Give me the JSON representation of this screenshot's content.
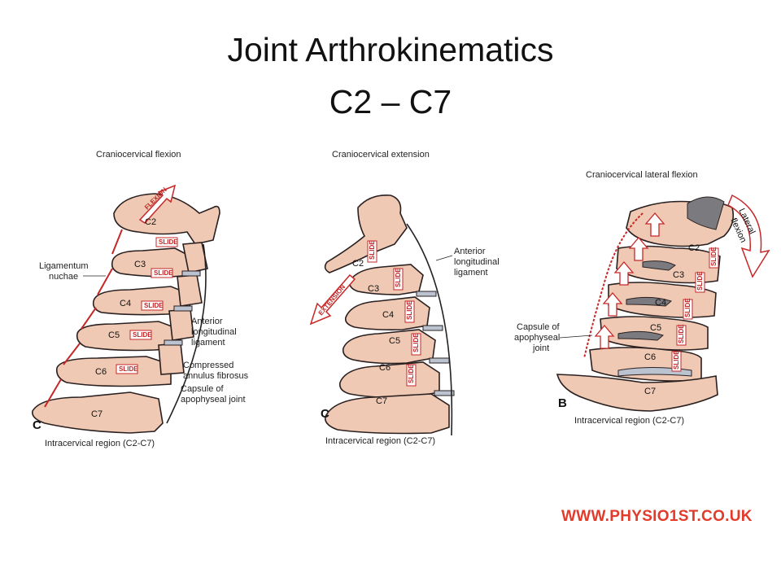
{
  "title_line1": "Joint Arthrokinematics",
  "title_line2": "C2 – C7",
  "website": "WWW.PHYSIO1ST.CO.UK",
  "panels": {
    "flexion": {
      "heading": "Craniocervical flexion",
      "footer": "Intracervical region (C2-C7)",
      "letter": "C",
      "motion": "FLEXION",
      "slide": "SLIDE",
      "labels": {
        "ligamentum": "Ligamentum",
        "nuchae": "nuchae",
        "anterior": "Anterior",
        "longitudinal": "longitudinal",
        "ligament": "ligament",
        "compressed": "Compressed",
        "annulus": "annulus fibrosus",
        "capsule": "Capsule of",
        "apophyseal": "apophyseal joint"
      },
      "vertebrae": [
        "C2",
        "C3",
        "C4",
        "C5",
        "C6",
        "C7"
      ]
    },
    "extension": {
      "heading": "Craniocervical extension",
      "footer": "Intracervical region (C2-C7)",
      "letter": "C",
      "motion": "EXTENSION",
      "slide": "SLIDE",
      "labels": {
        "anterior": "Anterior",
        "longitudinal": "longitudinal",
        "ligament": "ligament"
      },
      "vertebrae": [
        "C2",
        "C3",
        "C4",
        "C5",
        "C6",
        "C7"
      ]
    },
    "lateral": {
      "heading": "Craniocervical lateral flexion",
      "footer": "Intracervical region (C2-C7)",
      "letter": "B",
      "motion1": "Lateral",
      "motion2": "flexion",
      "slide": "SLIDE",
      "labels": {
        "capsule": "Capsule of",
        "apophyseal": "apophyseal",
        "joint": "joint"
      },
      "vertebrae": [
        "C2",
        "C3",
        "C4",
        "C5",
        "C6",
        "C7"
      ]
    }
  }
}
